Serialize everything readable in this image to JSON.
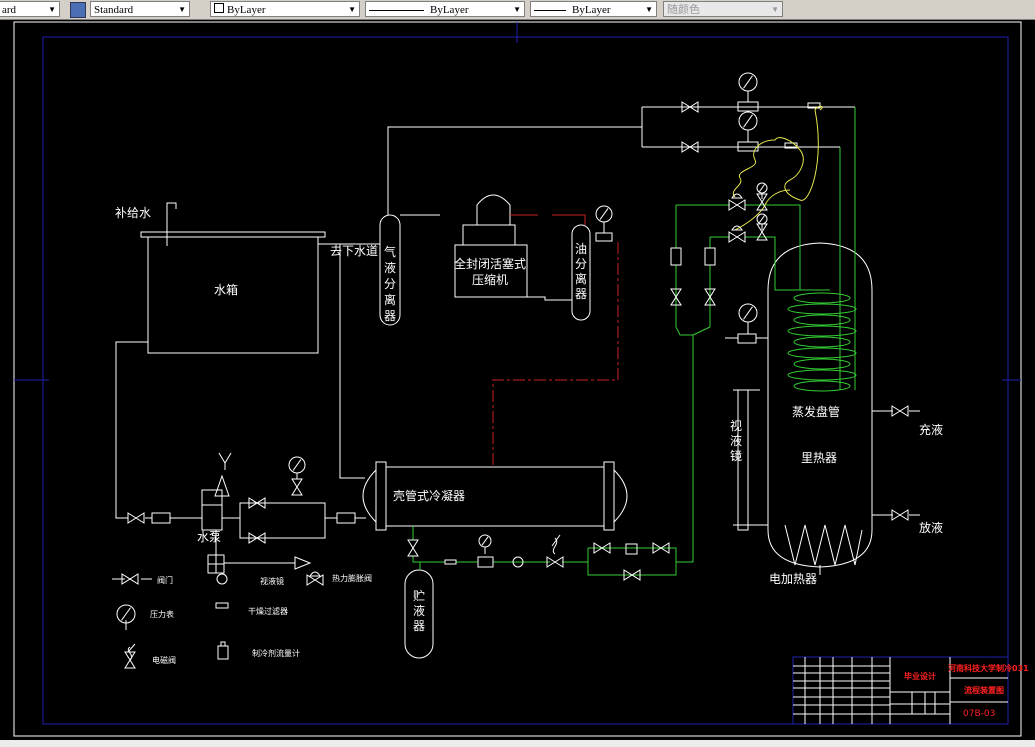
{
  "toolbar": {
    "text_style": "ard",
    "dim_style": "Standard",
    "layer_color": "ByLayer",
    "linetype": "ByLayer",
    "lineweight": "ByLayer",
    "plot_style": "随颜色"
  },
  "colors": {
    "pipe": "#ffffff",
    "refrigerant": "#33cc33",
    "oil": "#cc2222",
    "capillary": "#e6e64d",
    "frame": "#1a1aa0",
    "title_red": "#ff2020",
    "title_magenta": "#ff20ff"
  },
  "drawing": {
    "makeup_water": "补给水",
    "water_tank": "水箱",
    "drain": "去下水道",
    "gas_liquid_separator": [
      "气",
      "液",
      "分",
      "离",
      "器"
    ],
    "compressor": [
      "全封闭活塞式",
      "压缩机"
    ],
    "oil_separator": [
      "油",
      "分",
      "离",
      "器"
    ],
    "condenser": "壳管式冷凝器",
    "pump": "水泵",
    "receiver": [
      "贮",
      "液",
      "器"
    ],
    "evaporator_coil": "蒸发盘管",
    "vessel": "里热器",
    "heater": "电加热器",
    "sight_glass_label": [
      "视",
      "液",
      "镜"
    ],
    "charge": "充液",
    "discharge": "放液"
  },
  "legend": {
    "valve": "阀门",
    "pressure_gauge": "压力表",
    "solenoid_valve": "电磁阀",
    "sight_glass": "视液镜",
    "filter_drier": "干燥过滤器",
    "flow_meter": "制冷剂流量计",
    "expansion_valve": "热力膨胀阀"
  },
  "title_block": {
    "design": "毕业设计",
    "school": "河南科技大学制冷031",
    "drawing_name": "流程装置图",
    "drawing_no": "07B-03"
  }
}
